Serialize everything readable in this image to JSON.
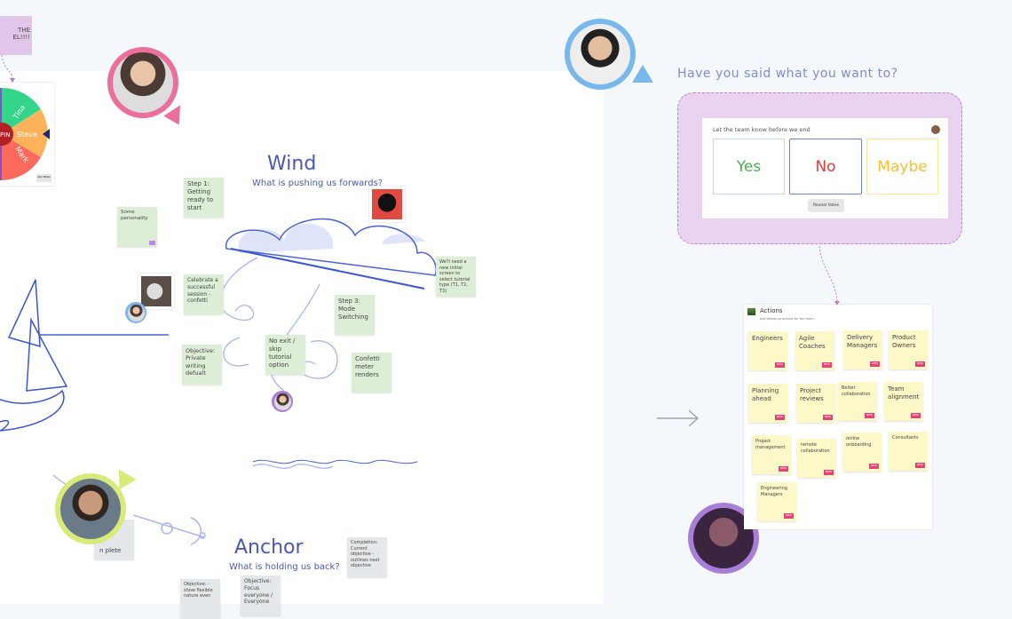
{
  "top_left_note": {
    "text": "THE\nEL!!!!"
  },
  "spin_wheel": {
    "center_label": "PIN",
    "segments": [
      "Tina",
      "Steve",
      "Mark"
    ],
    "colors": [
      "#34d48b",
      "#ffb25c",
      "#ff6a5c"
    ],
    "button": "Spin Wheel"
  },
  "wind": {
    "title": "Wind",
    "subtitle": "What is pushing us forwards?"
  },
  "anchor": {
    "title": "Anchor",
    "subtitle": "What is holding us back?"
  },
  "green_notes": [
    "Step 1: Getting ready to start",
    "Some personality",
    "Celebrate a successful session - confetti",
    "Objective: Private writing defualt",
    "No exit / skip tutorial option",
    "Step 3: Mode Switching",
    "Confetti meter renders",
    "We'll need a new initial screen to select tutorial type (T1, T2, T3)"
  ],
  "grey_notes": [
    "n plete",
    "Completion: Current objective - outlines next objective",
    "Objective: - show flexible nature even",
    "Objective: Focus everyone / Everyone"
  ],
  "poll": {
    "heading": "Have you said what you want to?",
    "question": "Let the team know before we end",
    "options": [
      {
        "label": "Yes",
        "color": "#4caf50"
      },
      {
        "label": "No",
        "color": "#e53935"
      },
      {
        "label": "Maybe",
        "color": "#fbc02d"
      }
    ],
    "selected": "No",
    "reveal_button": "Reveal Votes"
  },
  "actions": {
    "title": "Actions",
    "description": "Add follow-up actions for the team.",
    "badge": "NEW",
    "notes": [
      "Engineers",
      "Agile Coaches",
      "Delivery Managers",
      "Product Owners",
      "Planning ahead",
      "Project reviews",
      "Better collaboration",
      "Team alignment",
      "Project management",
      "remote collaboration",
      "online onboarding",
      "Consultants",
      "Engineering Managers"
    ]
  },
  "avatar_colors": {
    "pink": "#ea6f9a",
    "blue": "#78b8ec",
    "lime": "#d8ea7a",
    "purple": "#a77fd8"
  }
}
